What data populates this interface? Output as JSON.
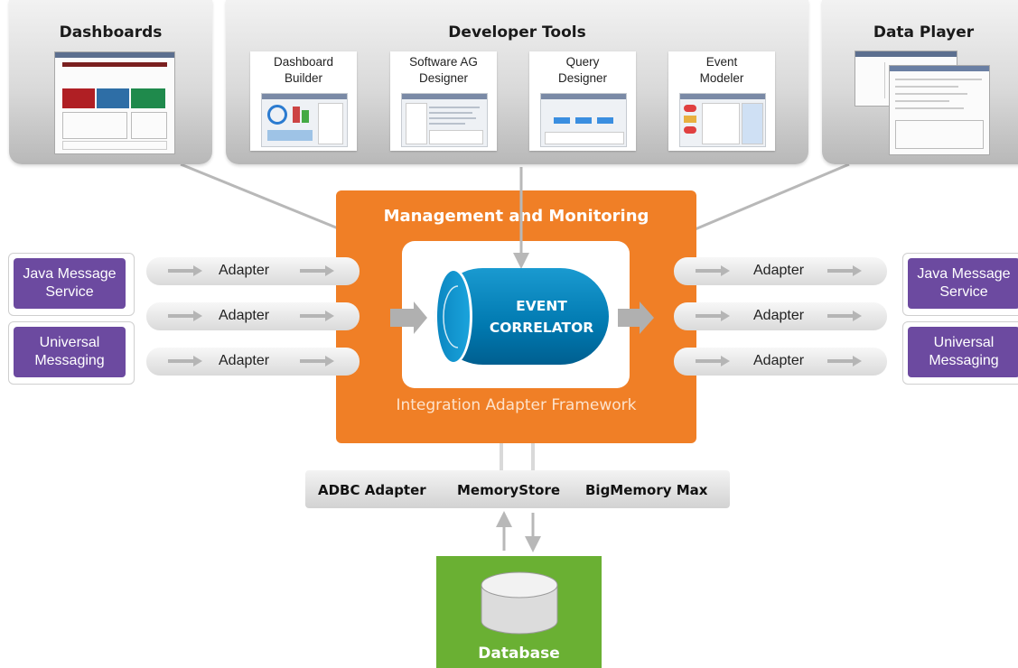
{
  "panels": {
    "dashboards": {
      "title": "Dashboards"
    },
    "developer_tools": {
      "title": "Developer Tools",
      "tools": [
        {
          "label": "Dashboard\nBuilder"
        },
        {
          "label": "Software AG\nDesigner"
        },
        {
          "label": "Query\nDesigner"
        },
        {
          "label": "Event\nModeler"
        }
      ]
    },
    "data_player": {
      "title": "Data Player"
    }
  },
  "core": {
    "title": "Management and Monitoring",
    "correlator_line1": "EVENT",
    "correlator_line2": "CORRELATOR",
    "footer": "Integration Adapter Framework"
  },
  "adapters": {
    "left": [
      "Adapter",
      "Adapter",
      "Adapter"
    ],
    "right": [
      "Adapter",
      "Adapter",
      "Adapter"
    ]
  },
  "messaging": {
    "left": [
      {
        "line1": "Java Message",
        "line2": "Service"
      },
      {
        "line1": "Universal",
        "line2": "Messaging"
      }
    ],
    "right": [
      {
        "line1": "Java Message",
        "line2": "Service"
      },
      {
        "line1": "Universal",
        "line2": "Messaging"
      }
    ]
  },
  "storage": {
    "items": [
      "ADBC Adapter",
      "MemoryStore",
      "BigMemory Max"
    ]
  },
  "database": {
    "label": "Database"
  },
  "colors": {
    "orange": "#f07f26",
    "purple": "#6c4aa0",
    "green": "#6ab033",
    "blue": "#0079b0",
    "arrow_gray": "#b8b8b8"
  }
}
